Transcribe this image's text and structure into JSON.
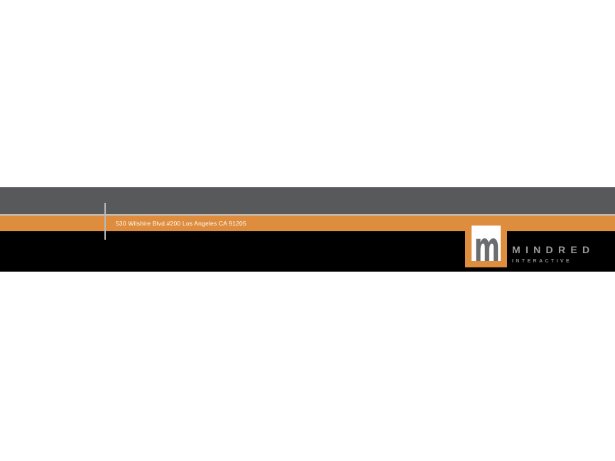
{
  "brand": {
    "wordmark": "MINDRED",
    "tagline": "INTERACTIVE",
    "monogram": "m",
    "address": "530 Wilshire Blvd.#200 Los Angeles CA 91205"
  },
  "colors": {
    "page_bg": "#ffffff",
    "gray_band": "#58595b",
    "separator": "#c9c1b6",
    "orange": "#de8c3e",
    "black_band": "#000000",
    "vertical_line": "#b8babc",
    "address_white": "#ffffff",
    "monogram_gray": "#6b6e70",
    "wordmark_gray": "#97999b",
    "tagline_gray": "#8d8f92"
  }
}
